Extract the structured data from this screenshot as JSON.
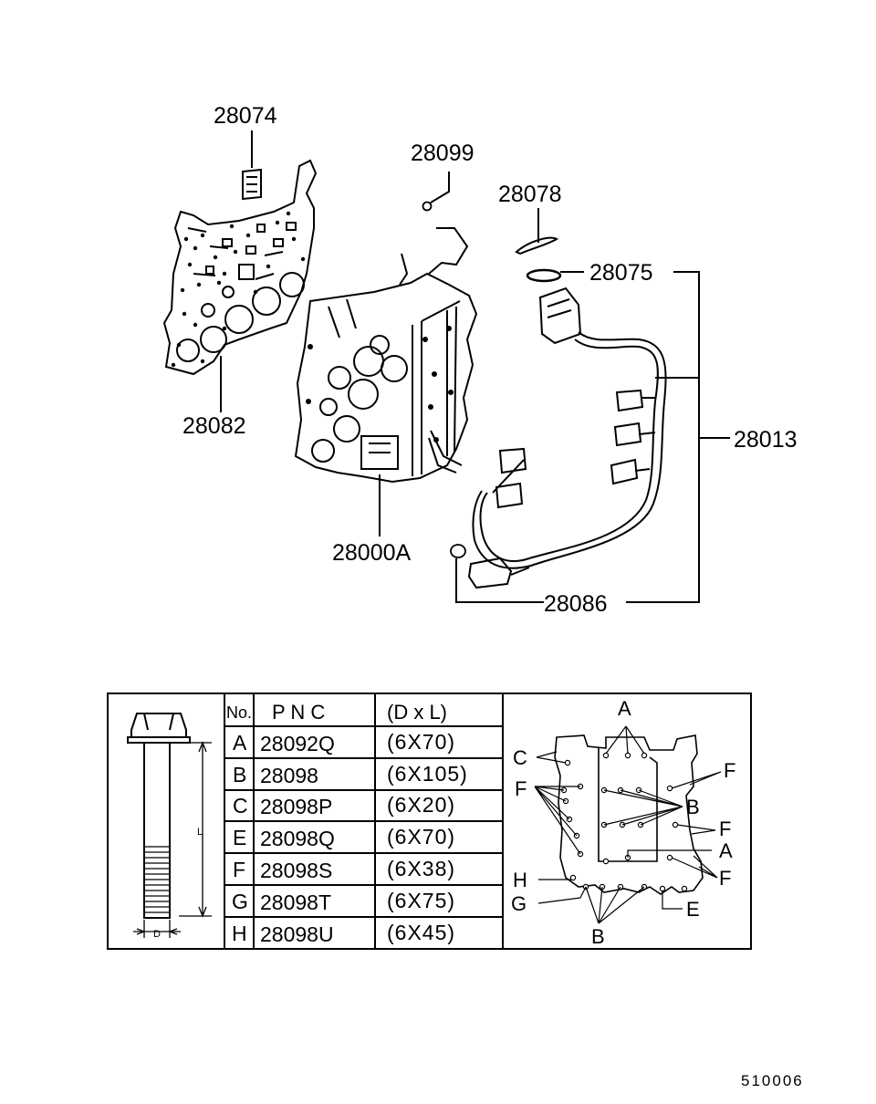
{
  "callouts": {
    "p28074": "28074",
    "p28099": "28099",
    "p28078": "28078",
    "p28075": "28075",
    "p28082": "28082",
    "p28013": "28013",
    "p28000a": "28000A",
    "p28086": "28086"
  },
  "bolt_dims": {
    "length": "L",
    "diameter": "D"
  },
  "table": {
    "headers": {
      "no": "No.",
      "pnc": "P N C",
      "dxl": "(D x L)"
    },
    "rows": [
      {
        "no": "A",
        "pnc": "28092Q",
        "dxl": "(6X70)"
      },
      {
        "no": "B",
        "pnc": "28098",
        "dxl": "(6X105)"
      },
      {
        "no": "C",
        "pnc": "28098P",
        "dxl": "(6X20)"
      },
      {
        "no": "E",
        "pnc": "28098Q",
        "dxl": "(6X70)"
      },
      {
        "no": "F",
        "pnc": "28098S",
        "dxl": "(6X38)"
      },
      {
        "no": "G",
        "pnc": "28098T",
        "dxl": "(6X75)"
      },
      {
        "no": "H",
        "pnc": "28098U",
        "dxl": "(6X45)"
      }
    ]
  },
  "location_letters": {
    "a_top": "A",
    "c": "C",
    "f_right1": "F",
    "f_left": "F",
    "b_right": "B",
    "f_right2": "F",
    "a_right": "A",
    "h": "H",
    "f_right3": "F",
    "g": "G",
    "e": "E",
    "b_bottom": "B"
  },
  "figure_number": "510006"
}
